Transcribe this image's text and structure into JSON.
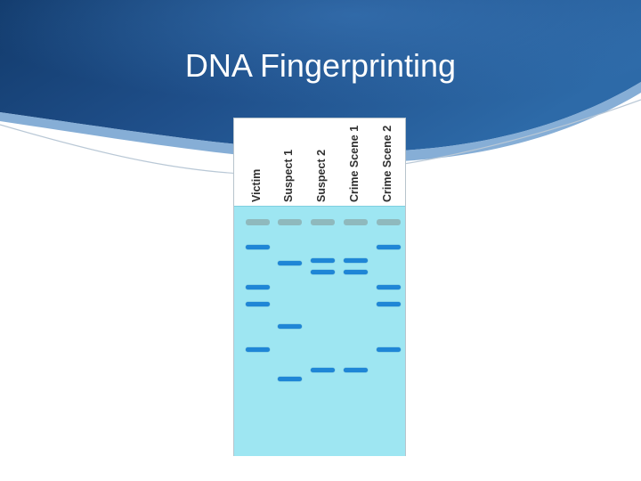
{
  "slide": {
    "title": "DNA Fingerprinting"
  },
  "colors": {
    "header_dark": "#123a6b",
    "header_mid": "#1f4f8a",
    "header_light": "#2d6aa8",
    "gel": "#9ee6f2",
    "band": "#1f86d6",
    "well": "#8fb9bd"
  },
  "gel": {
    "lanes": [
      {
        "label": "Victim",
        "bands": [
          0.16,
          0.32,
          0.39,
          0.57
        ]
      },
      {
        "label": "Suspect 1",
        "bands": [
          0.225,
          0.48,
          0.69
        ]
      },
      {
        "label": "Suspect 2",
        "bands": [
          0.215,
          0.26,
          0.655
        ]
      },
      {
        "label": "Crime Scene 1",
        "bands": [
          0.215,
          0.26,
          0.655
        ]
      },
      {
        "label": "Crime Scene 2",
        "bands": [
          0.16,
          0.32,
          0.39,
          0.57
        ]
      }
    ]
  }
}
